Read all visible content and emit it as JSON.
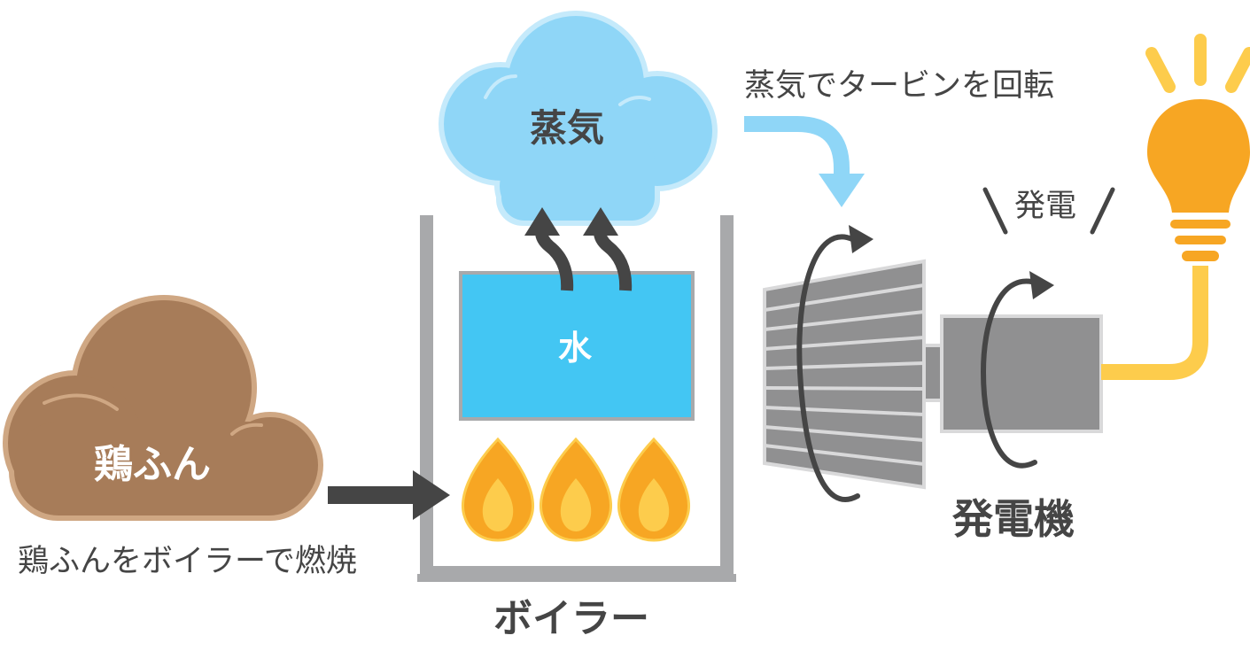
{
  "labels": {
    "steam": "蒸気",
    "water": "水",
    "manure": "鶏ふん",
    "burn_caption": "鶏ふんをボイラーで燃焼",
    "boiler": "ボイラー",
    "turbine_caption": "蒸気でタービンを回転",
    "generation": "発電",
    "generator": "発電機"
  },
  "colors": {
    "steam_cloud": "#8fd6f7",
    "steam_cloud_outline": "#c5eafb",
    "water": "#43c6f3",
    "manure_cloud": "#a77c59",
    "manure_cloud_outline": "#cfa783",
    "boiler_wall": "#a8a9ab",
    "flame_outer": "#f7a623",
    "flame_inner": "#fdcc4c",
    "turbine": "#909091",
    "bulb": "#f7a623",
    "wire": "#fdcc4c",
    "text": "#454545",
    "arrow": "#454545",
    "blue_arrow": "#8fd6f7"
  },
  "icons": {
    "steam": "steam-cloud",
    "manure": "manure-cloud",
    "flame": "flame-icon",
    "turbine": "turbine-icon",
    "generator": "generator-icon",
    "bulb": "light-bulb-icon"
  }
}
